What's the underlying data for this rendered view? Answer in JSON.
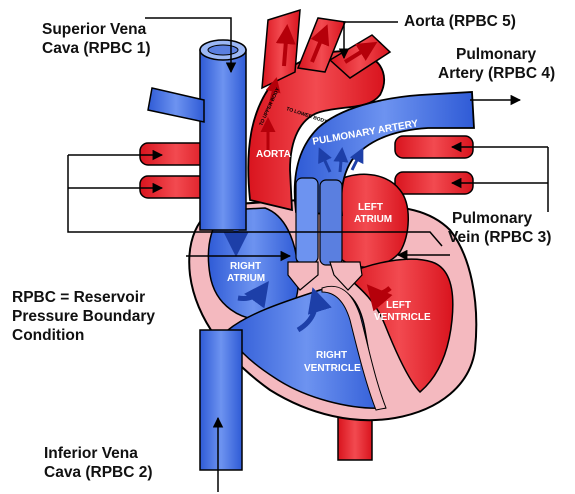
{
  "labels": {
    "svc_line1": "Superior Vena",
    "svc_line2": "Cava (RPBC 1)",
    "aorta": "Aorta (RPBC 5)",
    "pa_line1": "Pulmonary",
    "pa_line2": "Artery (RPBC 4)",
    "pv_line1": "Pulmonary",
    "pv_line2": "Vein (RPBC 3)",
    "rpbc_line1": "RPBC = Reservoir",
    "rpbc_line2": "Pressure Boundary",
    "rpbc_line3": "Condition",
    "ivc_line1": "Inferior Vena",
    "ivc_line2": "Cava (RPBC 2)"
  },
  "heart_labels": {
    "pulmonary_artery": "PULMONARY ARTERY",
    "aorta": "AORTA",
    "left_atrium_1": "LEFT",
    "left_atrium_2": "ATRIUM",
    "right_atrium_1": "RIGHT",
    "right_atrium_2": "ATRIUM",
    "left_ventricle_1": "LEFT",
    "left_ventricle_2": "VENTRICLE",
    "right_ventricle_1": "RIGHT",
    "right_ventricle_2": "VENTRICLE",
    "to_upper_body": "TO UPPER BODY",
    "to_lower_body": "TO LOWER BODY"
  },
  "colors": {
    "oxygenated": "#e8202a",
    "deoxygenated": "#3f6fe0",
    "wall": "#f4b9bf",
    "outline": "#000000"
  }
}
